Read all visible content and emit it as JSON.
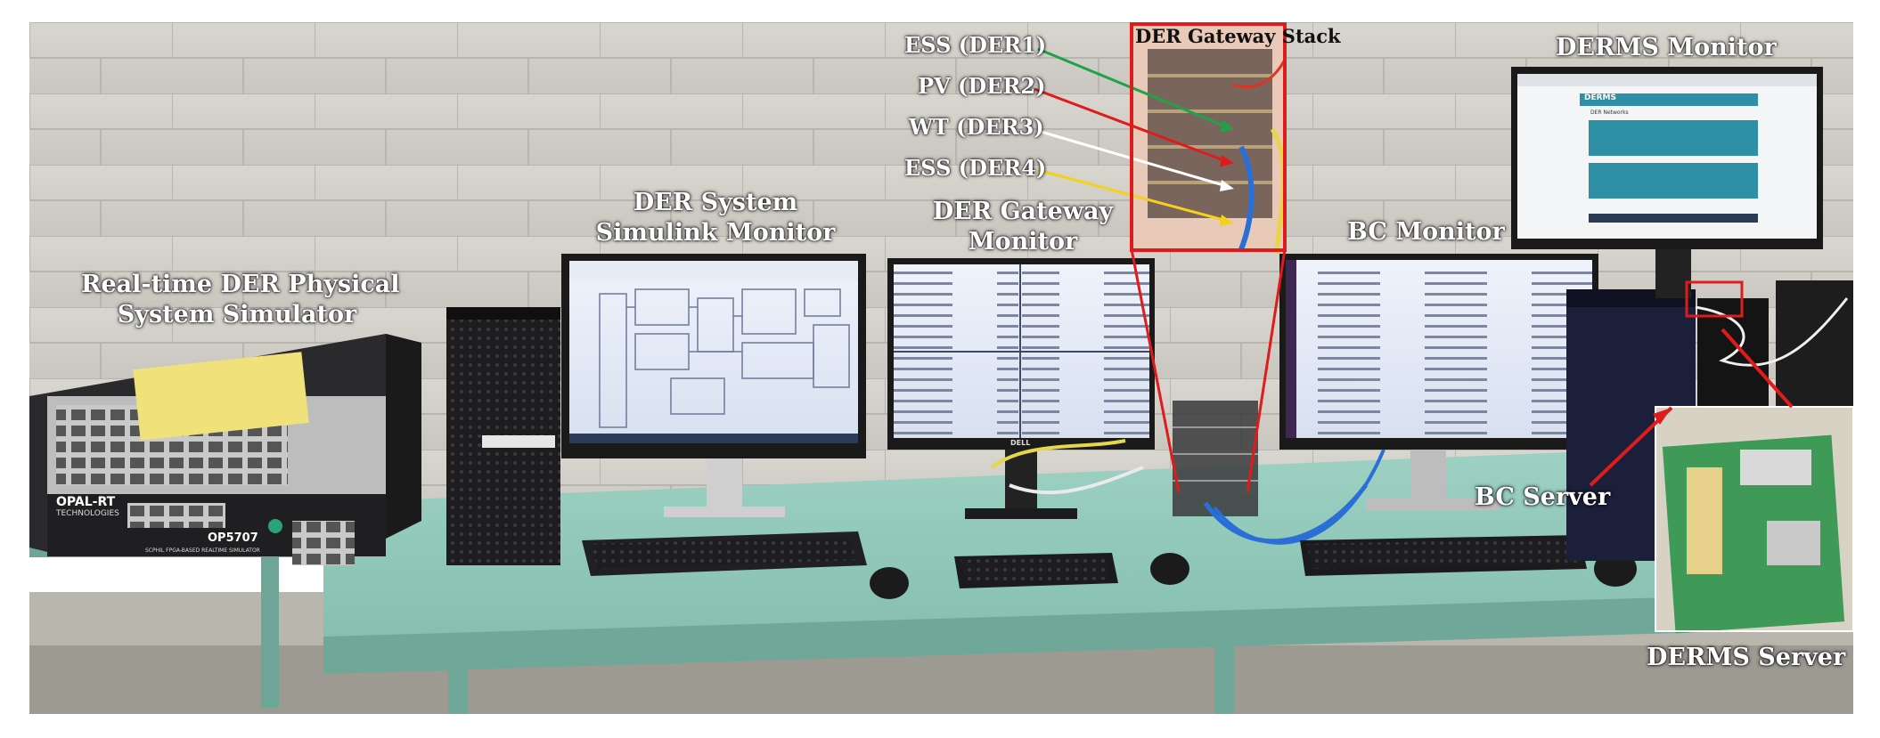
{
  "labels": {
    "ess_der1": "ESS (DER1)",
    "pv_der2": "PV (DER2)",
    "wt_der3": "WT (DER3)",
    "ess_der4": "ESS (DER4)",
    "gateway_stack": "DER Gateway Stack",
    "derms_monitor": "DERMS Monitor",
    "simulator_line1": "Real-time DER Physical",
    "simulator_line2": "System Simulator",
    "simulink_line1": "DER System",
    "simulink_line2": "Simulink Monitor",
    "gateway_monitor_line1": "DER Gateway",
    "gateway_monitor_line2": "Monitor",
    "bc_monitor": "BC Monitor",
    "bc_server": "BC Server",
    "derms_server": "DERMS Server"
  },
  "device_text": {
    "opal_brand": "OPAL-RT",
    "opal_sub": "TECHNOLOGIES",
    "opal_model": "OP5707",
    "opal_caption": "SCPHIL FPGA-BASED REALTIME SIMULATOR",
    "monitor_brand": "DELL",
    "derms_app_title": "DERMS",
    "derms_app_section": "DER Networks"
  },
  "colors": {
    "ess_der1_arrow": "#1fa24a",
    "pv_der2_arrow": "#e01b1b",
    "wt_der3_arrow": "#ffffff",
    "ess_der4_arrow": "#f2d21b",
    "callout": "#e01b1b"
  }
}
